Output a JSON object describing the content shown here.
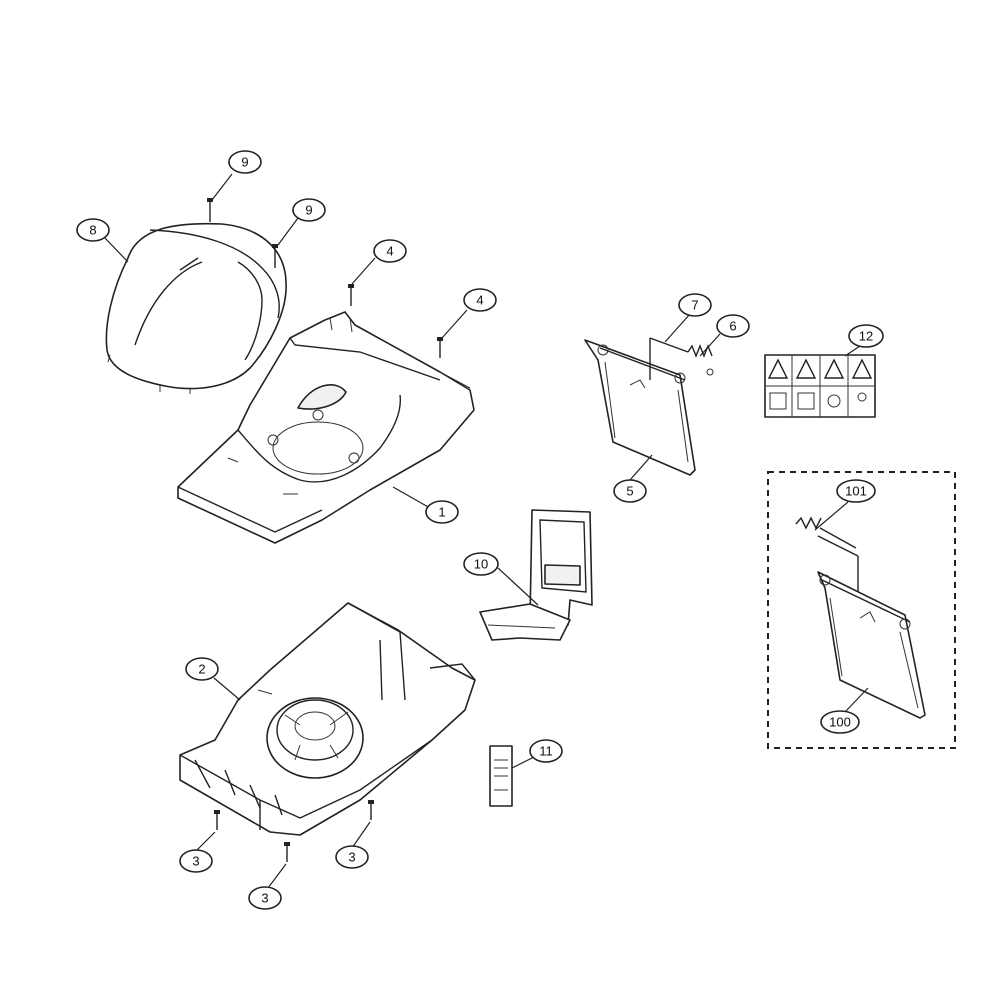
{
  "callouts": {
    "c1": "1",
    "c2": "2",
    "c3a": "3",
    "c3b": "3",
    "c3c": "3",
    "c4a": "4",
    "c4b": "4",
    "c5": "5",
    "c6": "6",
    "c7": "7",
    "c8": "8",
    "c9a": "9",
    "c9b": "9",
    "c10": "10",
    "c11": "11",
    "c12": "12",
    "c100": "100",
    "c101": "101"
  }
}
